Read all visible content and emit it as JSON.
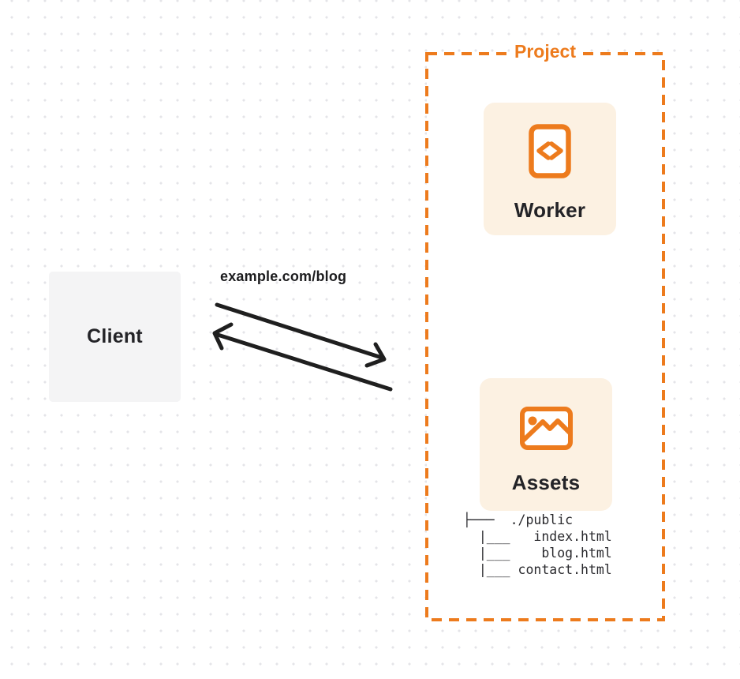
{
  "client": {
    "label": "Client"
  },
  "request": {
    "url_label": "example.com/blog"
  },
  "project": {
    "label": "Project",
    "worker": {
      "label": "Worker",
      "icon": "code-document-icon"
    },
    "assets": {
      "label": "Assets",
      "icon": "image-icon"
    },
    "file_tree": {
      "lines": [
        "├───  ./public",
        "  |___   index.html",
        "  |___    blog.html",
        "  |___ contact.html"
      ]
    }
  },
  "colors": {
    "accent_orange": "#ED7B1D",
    "card_background": "#FCF1E2",
    "client_background": "#F4F4F5",
    "arrow_black": "#1F1F1F",
    "text_dark": "#232327",
    "dot_grid": "#E4E4E8"
  }
}
